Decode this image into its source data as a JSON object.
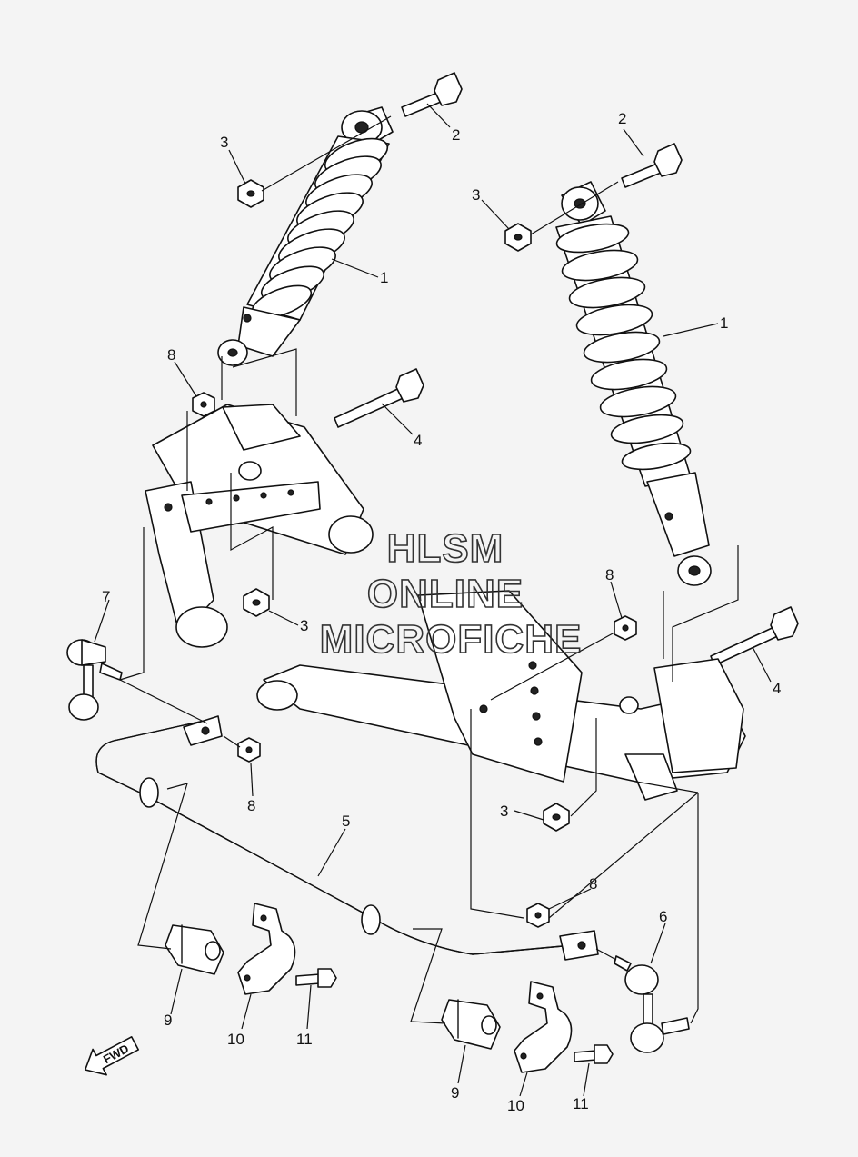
{
  "diagram": {
    "watermark_lines": [
      "HLSM",
      "ONLINE",
      "MICROFICHE"
    ],
    "direction_arrow": "FWD",
    "callouts": [
      {
        "id": "c1a",
        "label": "1"
      },
      {
        "id": "c1b",
        "label": "1"
      },
      {
        "id": "c2a",
        "label": "2"
      },
      {
        "id": "c2b",
        "label": "2"
      },
      {
        "id": "c3a",
        "label": "3"
      },
      {
        "id": "c3b",
        "label": "3"
      },
      {
        "id": "c3c",
        "label": "3"
      },
      {
        "id": "c3d",
        "label": "3"
      },
      {
        "id": "c4a",
        "label": "4"
      },
      {
        "id": "c4b",
        "label": "4"
      },
      {
        "id": "c5",
        "label": "5"
      },
      {
        "id": "c6",
        "label": "6"
      },
      {
        "id": "c7",
        "label": "7"
      },
      {
        "id": "c8a",
        "label": "8"
      },
      {
        "id": "c8b",
        "label": "8"
      },
      {
        "id": "c8c",
        "label": "8"
      },
      {
        "id": "c8d",
        "label": "8"
      },
      {
        "id": "c9a",
        "label": "9"
      },
      {
        "id": "c9b",
        "label": "9"
      },
      {
        "id": "c10a",
        "label": "10"
      },
      {
        "id": "c10b",
        "label": "10"
      },
      {
        "id": "c11a",
        "label": "11"
      },
      {
        "id": "c11b",
        "label": "11"
      }
    ]
  }
}
